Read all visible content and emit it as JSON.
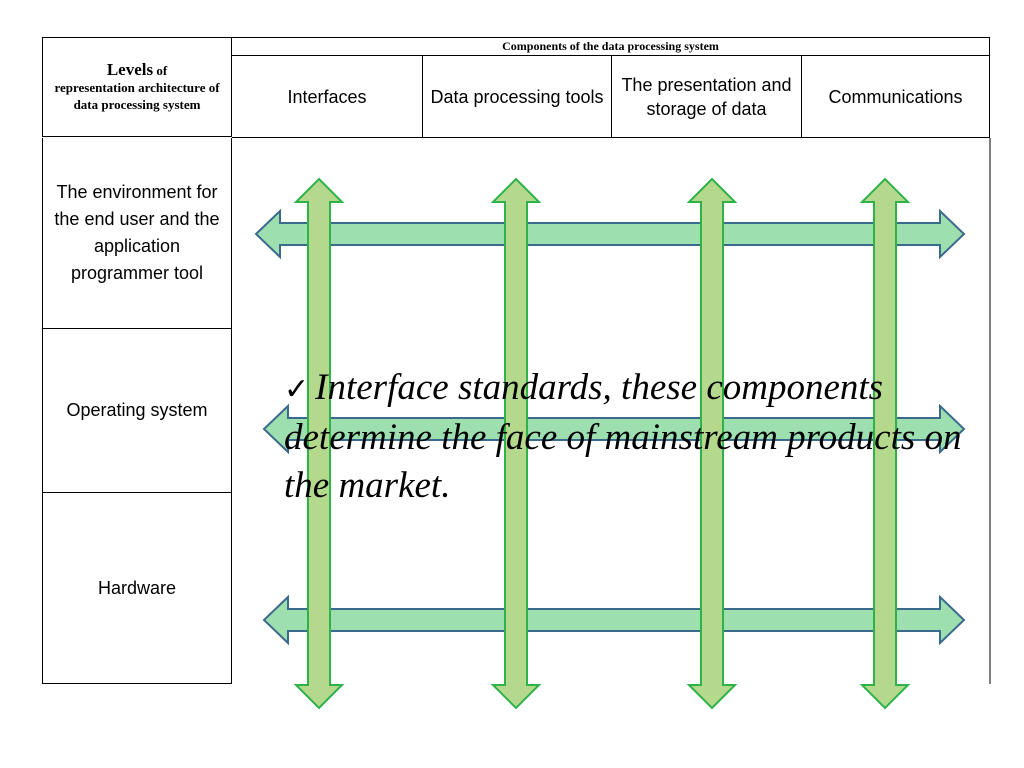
{
  "header": {
    "levels_line1": "Levels",
    "levels_line1_suffix": "of",
    "levels_rest": "representation architecture of data processing system",
    "components_title": "Components of the data processing system",
    "columns": [
      "Interfaces",
      "Data processing tools",
      "The presentation and storage of data",
      "Communications"
    ]
  },
  "rows": [
    "The environment for the end user and the application programmer tool",
    "Operating system",
    "Hardware"
  ],
  "note": {
    "check": "✓",
    "text": "Interface standards, these components determine the face of mainstream products on the market."
  },
  "colors": {
    "arrow_fill_horizontal": "#9edfb0",
    "arrow_stroke_horizontal": "#3b6b8c",
    "arrow_fill_vertical": "#b5d98c",
    "arrow_stroke_vertical": "#2eb34a"
  }
}
